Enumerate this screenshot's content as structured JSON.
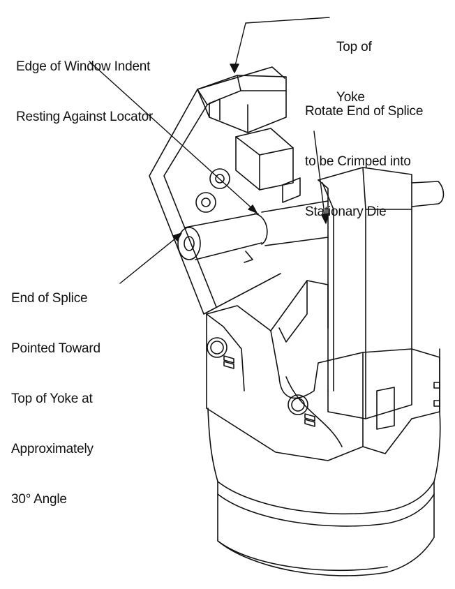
{
  "callouts": {
    "top_of_yoke": [
      "Top of",
      "Yoke"
    ],
    "edge_of_window": [
      "Edge of Window Indent",
      "Resting Against Locator"
    ],
    "rotate_end": [
      "Rotate End of Splice",
      "to be Crimped into",
      "Stationary Die"
    ],
    "end_of_splice": [
      "End of Splice",
      "Pointed Toward",
      "Top of Yoke at",
      "Approximately",
      "30° Angle"
    ]
  },
  "colors": {
    "line": "#111111",
    "background": "#ffffff"
  }
}
